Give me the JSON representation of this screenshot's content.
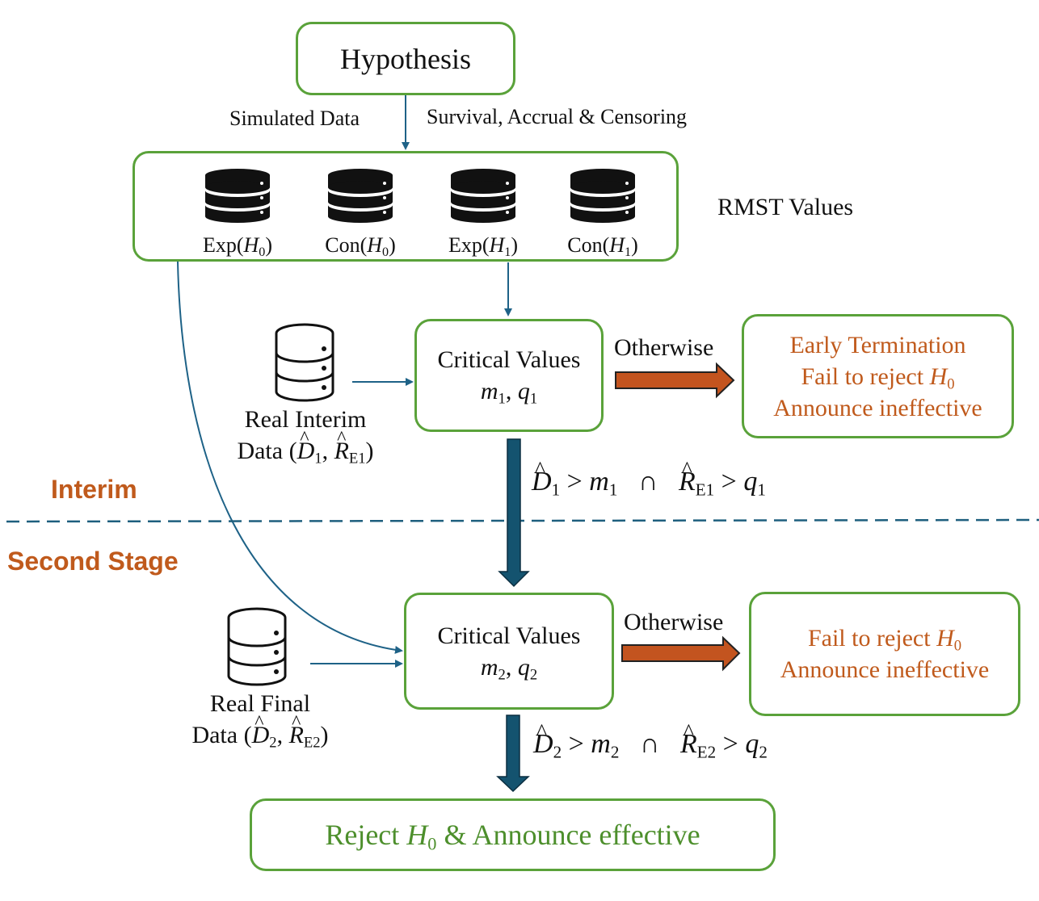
{
  "hypothesis": "Hypothesis",
  "simulated_data": "Simulated Data",
  "survival_accrual": "Survival, Accrual & Censoring",
  "rmst_values": "RMST Values",
  "databases": [
    {
      "name": "Exp",
      "arg": "H",
      "sub": "0"
    },
    {
      "name": "Con",
      "arg": "H",
      "sub": "0"
    },
    {
      "name": "Exp",
      "arg": "H",
      "sub": "1"
    },
    {
      "name": "Con",
      "arg": "H",
      "sub": "1"
    }
  ],
  "critical_values_label": "Critical Values",
  "cv1": {
    "m": "m",
    "m_sub": "1",
    "q": "q",
    "q_sub": "1"
  },
  "cv2": {
    "m": "m",
    "m_sub": "2",
    "q": "q",
    "q_sub": "2"
  },
  "otherwise": "Otherwise",
  "early_termination": "Early Termination",
  "fail_to_reject": "Fail to reject",
  "h": "H",
  "h_sub": "0",
  "announce_ineffective": "Announce ineffective",
  "real_interim_line1": "Real Interim",
  "real_interim_line2": "Data",
  "real_final_line1": "Real Final",
  "real_final_line2": "Data",
  "d": "D",
  "r": "R",
  "e1": "E1",
  "e2": "E2",
  "sub1": "1",
  "sub2": "2",
  "gt": ">",
  "cap": "∩",
  "interim": "Interim",
  "second_stage": "Second Stage",
  "reject_prefix": "Reject",
  "reject_suffix": "& Announce effective",
  "colors": {
    "green": "#5aa23a",
    "orange": "#c05a1c",
    "navy": "#14536f",
    "arrow_orange": "#c3541f"
  }
}
